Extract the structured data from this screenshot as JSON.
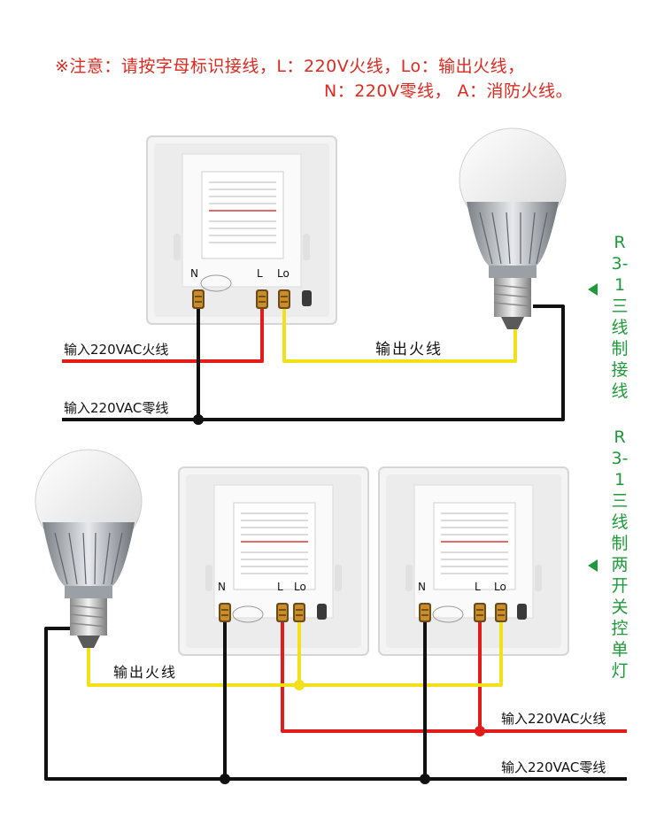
{
  "notice": {
    "line1": "※注意：请按字母标识接线，L：220V火线，Lo：输出火线，",
    "line2": "N：220V零线， A：消防火线。"
  },
  "diagram1": {
    "side_title": "R3-1三线制接线",
    "input_live": "输入220VAC火线",
    "input_neutral": "输入220VAC零线",
    "output_live": "输出火线",
    "terminals": [
      "N",
      "L",
      "Lo"
    ]
  },
  "diagram2": {
    "side_title": "R3-1三线制两开关控单灯",
    "input_live": "输入220VAC火线",
    "input_neutral": "输入220VAC零线",
    "output_live": "输出火线",
    "terminals": [
      "N",
      "L",
      "Lo"
    ]
  },
  "colors": {
    "live": "#e21b1b",
    "output": "#f2e11a",
    "neutral": "#111111",
    "accent": "#1f9a3a",
    "notice": "#e0281e"
  }
}
